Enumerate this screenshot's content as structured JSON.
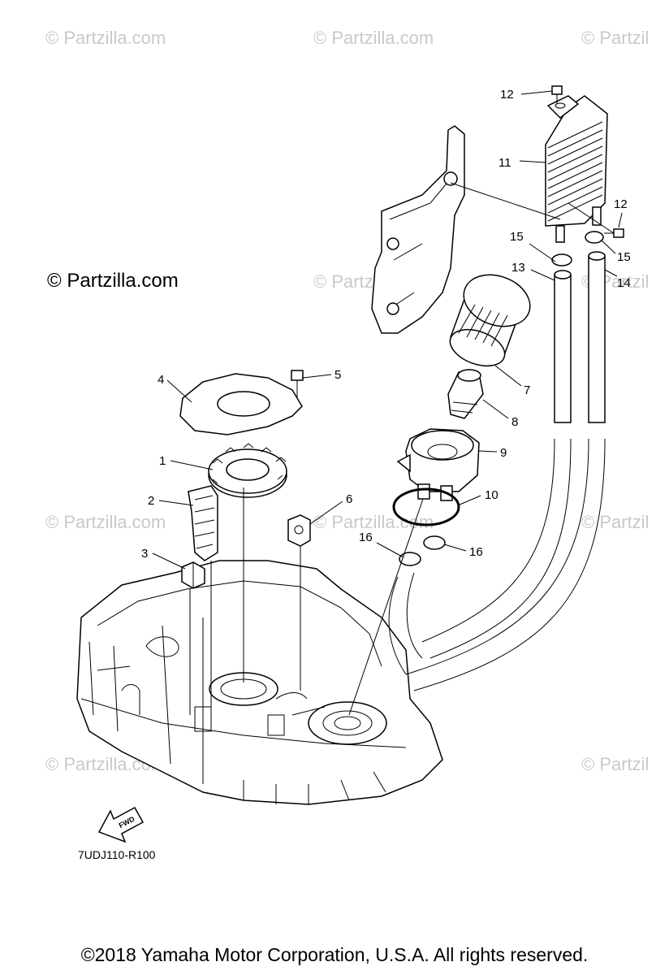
{
  "watermarks": {
    "text": "© Partzilla.com",
    "text_cut": "© Partzil"
  },
  "site_label": "© Partzilla.com",
  "diagram_code": "7UDJ110-R100",
  "fwd_label": "FWD",
  "copyright": "©2018  Yamaha Motor Corporation, U.S.A. All rights reserved.",
  "callouts": {
    "c1": "1",
    "c2": "2",
    "c3": "3",
    "c4": "4",
    "c5": "5",
    "c6": "6",
    "c7": "7",
    "c8": "8",
    "c9": "9",
    "c10": "10",
    "c11": "11",
    "c12a": "12",
    "c12b": "12",
    "c13": "13",
    "c14": "14",
    "c15a": "15",
    "c15b": "15",
    "c16a": "16",
    "c16b": "16"
  }
}
